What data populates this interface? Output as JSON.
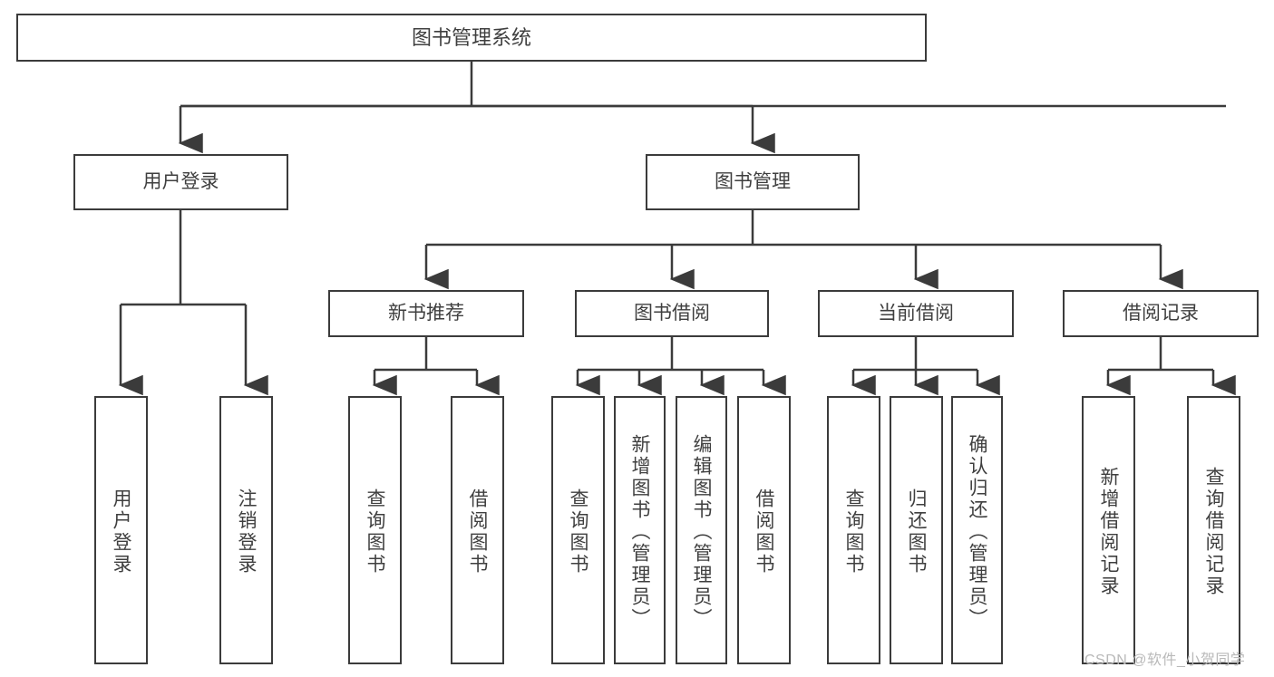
{
  "diagram": {
    "title": "图书管理系统",
    "watermark": "CSDN @软件_小贺同学",
    "colors": {
      "box_border": "#3b3b3b",
      "box_fill": "#ffffff",
      "text": "#3f3f3f",
      "connector": "#3b3b3b",
      "watermark": "#b9b9b9",
      "background": "#ffffff"
    },
    "levels": {
      "root": {
        "label": "图书管理系统"
      },
      "level2": [
        {
          "label": "用户登录"
        },
        {
          "label": "图书管理"
        }
      ],
      "level3": [
        {
          "label": "新书推荐"
        },
        {
          "label": "图书借阅"
        },
        {
          "label": "当前借阅"
        },
        {
          "label": "借阅记录"
        }
      ],
      "leaves": {
        "user_login": [
          {
            "label": "用户登录"
          },
          {
            "label": "注销登录"
          }
        ],
        "new_book_recommend": [
          {
            "label": "查询图书"
          },
          {
            "label": "借阅图书"
          }
        ],
        "book_borrow": [
          {
            "label": "查询图书"
          },
          {
            "label": "新增图书（管理员）"
          },
          {
            "label": "编辑图书（管理员）"
          },
          {
            "label": "借阅图书"
          }
        ],
        "current_borrow": [
          {
            "label": "查询图书"
          },
          {
            "label": "归还图书"
          },
          {
            "label": "确认归还（管理员）"
          }
        ],
        "borrow_record": [
          {
            "label": "新增借阅记录"
          },
          {
            "label": "查询借阅记录"
          }
        ]
      }
    }
  }
}
